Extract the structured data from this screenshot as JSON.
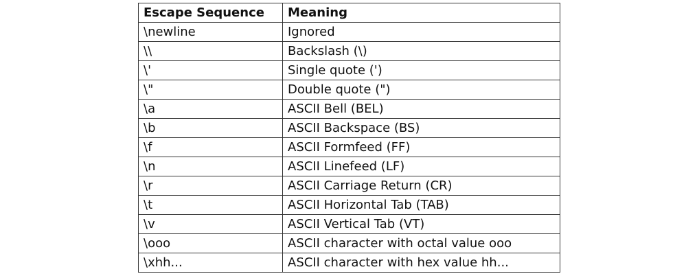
{
  "table": {
    "headers": [
      "Escape Sequence",
      "Meaning"
    ],
    "rows": [
      [
        "\\newline",
        "Ignored"
      ],
      [
        "\\\\",
        "Backslash (\\)"
      ],
      [
        "\\'",
        "Single quote (')"
      ],
      [
        "\\\"",
        "Double quote (\")"
      ],
      [
        "\\a",
        "ASCII Bell (BEL)"
      ],
      [
        "\\b",
        "ASCII Backspace (BS)"
      ],
      [
        "\\f",
        "ASCII Formfeed (FF)"
      ],
      [
        "\\n",
        "ASCII Linefeed (LF)"
      ],
      [
        "\\r",
        "ASCII Carriage Return (CR)"
      ],
      [
        "\\t",
        "ASCII Horizontal Tab (TAB)"
      ],
      [
        "\\v",
        "ASCII Vertical Tab (VT)"
      ],
      [
        "\\ooo",
        "ASCII character with octal value ooo"
      ],
      [
        "\\xhh...",
        "ASCII character with hex value hh..."
      ]
    ]
  }
}
